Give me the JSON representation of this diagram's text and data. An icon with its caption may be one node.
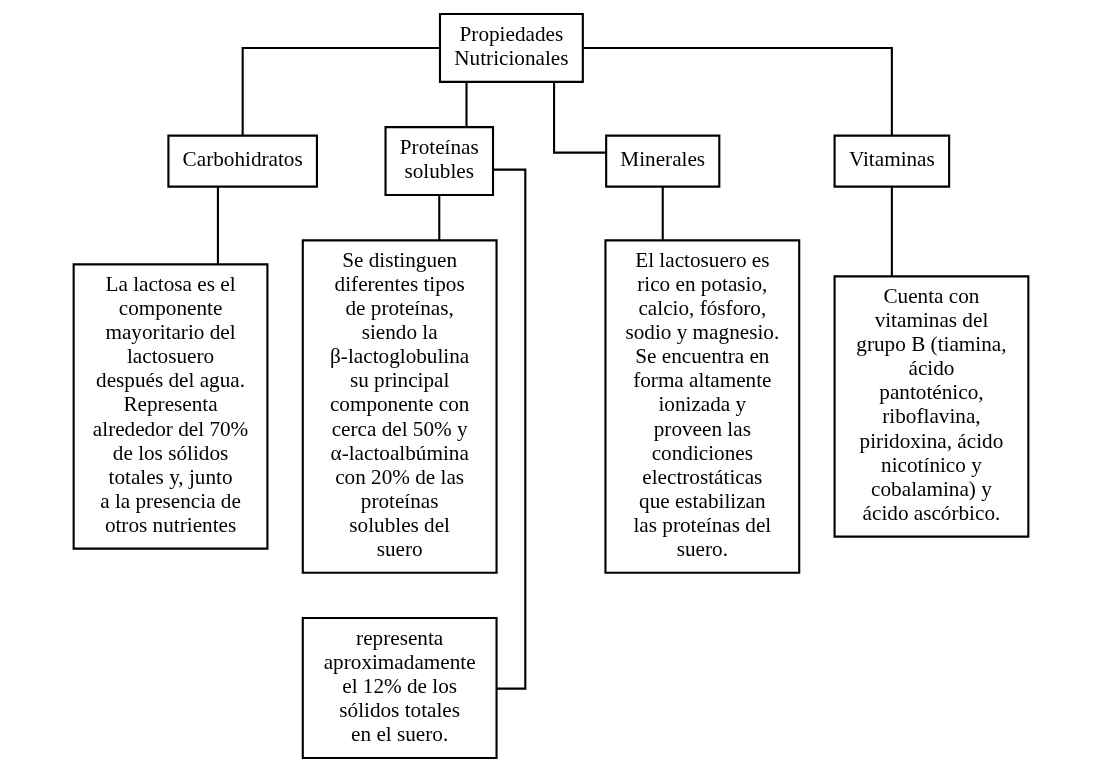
{
  "diagram": {
    "nodes": [
      {
        "text": [
          "Propiedades Nutricionales"
        ]
      },
      {
        "text": [
          "Carbohidratos"
        ]
      },
      {
        "text": [
          "Proteínas solubles"
        ]
      },
      {
        "text": [
          "Minerales"
        ]
      },
      {
        "text": [
          "Vitaminas"
        ]
      },
      {
        "text": [
          "La lactosa es el componente mayoritario del lactosuero después del agua. Representa alrededor del 70% de los sólidos totales y, junto a la presencia de otros nutrientes"
        ]
      },
      {
        "text": [
          "Se distinguen diferentes tipos de proteínas, siendo la β-lactoglobulina su principal componente con cerca del 50% y α-lactoalbúmina con 20% de las proteínas solubles del suero"
        ]
      },
      {
        "text": [
          "representa aproximadamente el 12% de los sólidos totales en el suero."
        ]
      },
      {
        "text": [
          "El lactosuero es rico en potasio, calcio, fósforo, sodio y magnesio. Se encuentra en forma altamente ionizada y proveen las condiciones electrostáticas que estabilizan las proteínas del suero."
        ]
      },
      {
        "text": [
          "Cuenta con vitaminas del grupo B (tiamina, ácido pantoténico, riboflavina, piridoxina, ácido nicotínico y cobalamina) y ácido ascórbico."
        ]
      }
    ],
    "edges": [
      {
        "from": 0,
        "to": 1,
        "arrow": "none"
      },
      {
        "from": 0,
        "to": 2,
        "arrow": "none"
      },
      {
        "from": 0,
        "to": 3,
        "arrow": "none"
      },
      {
        "from": 0,
        "to": 4,
        "arrow": "none"
      },
      {
        "from": 1,
        "to": 5,
        "arrow": "none"
      },
      {
        "from": 2,
        "to": 6,
        "arrow": "none"
      },
      {
        "from": 2,
        "to": 7,
        "arrow": "none"
      },
      {
        "from": 3,
        "to": 8,
        "arrow": "none"
      },
      {
        "from": 4,
        "to": 9,
        "arrow": "none"
      }
    ]
  }
}
